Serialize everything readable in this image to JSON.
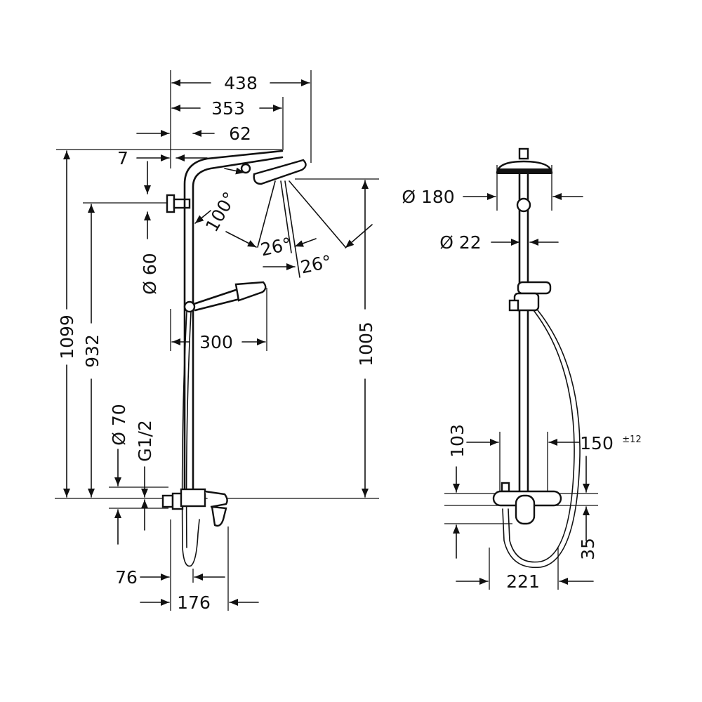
{
  "drawing": {
    "side_view": {
      "dim_438": "438",
      "dim_353": "353",
      "dim_62": "62",
      "dim_7": "7",
      "dim_100": "100°",
      "dim_26_a": "26°",
      "dim_26_b": "26°",
      "dim_d60": "Ø 60",
      "dim_300": "300",
      "dim_1099": "1099",
      "dim_932": "932",
      "dim_1005": "1005",
      "dim_d70": "Ø 70",
      "dim_g12": "G1/2",
      "dim_76": "76",
      "dim_176": "176"
    },
    "front_view": {
      "dim_d180": "Ø 180",
      "dim_d22": "Ø 22",
      "dim_103": "103",
      "dim_150": "150",
      "dim_150_tol": "±12",
      "dim_35": "35",
      "dim_221": "221"
    }
  },
  "colors": {
    "line": "#111111",
    "background": "#ffffff"
  }
}
